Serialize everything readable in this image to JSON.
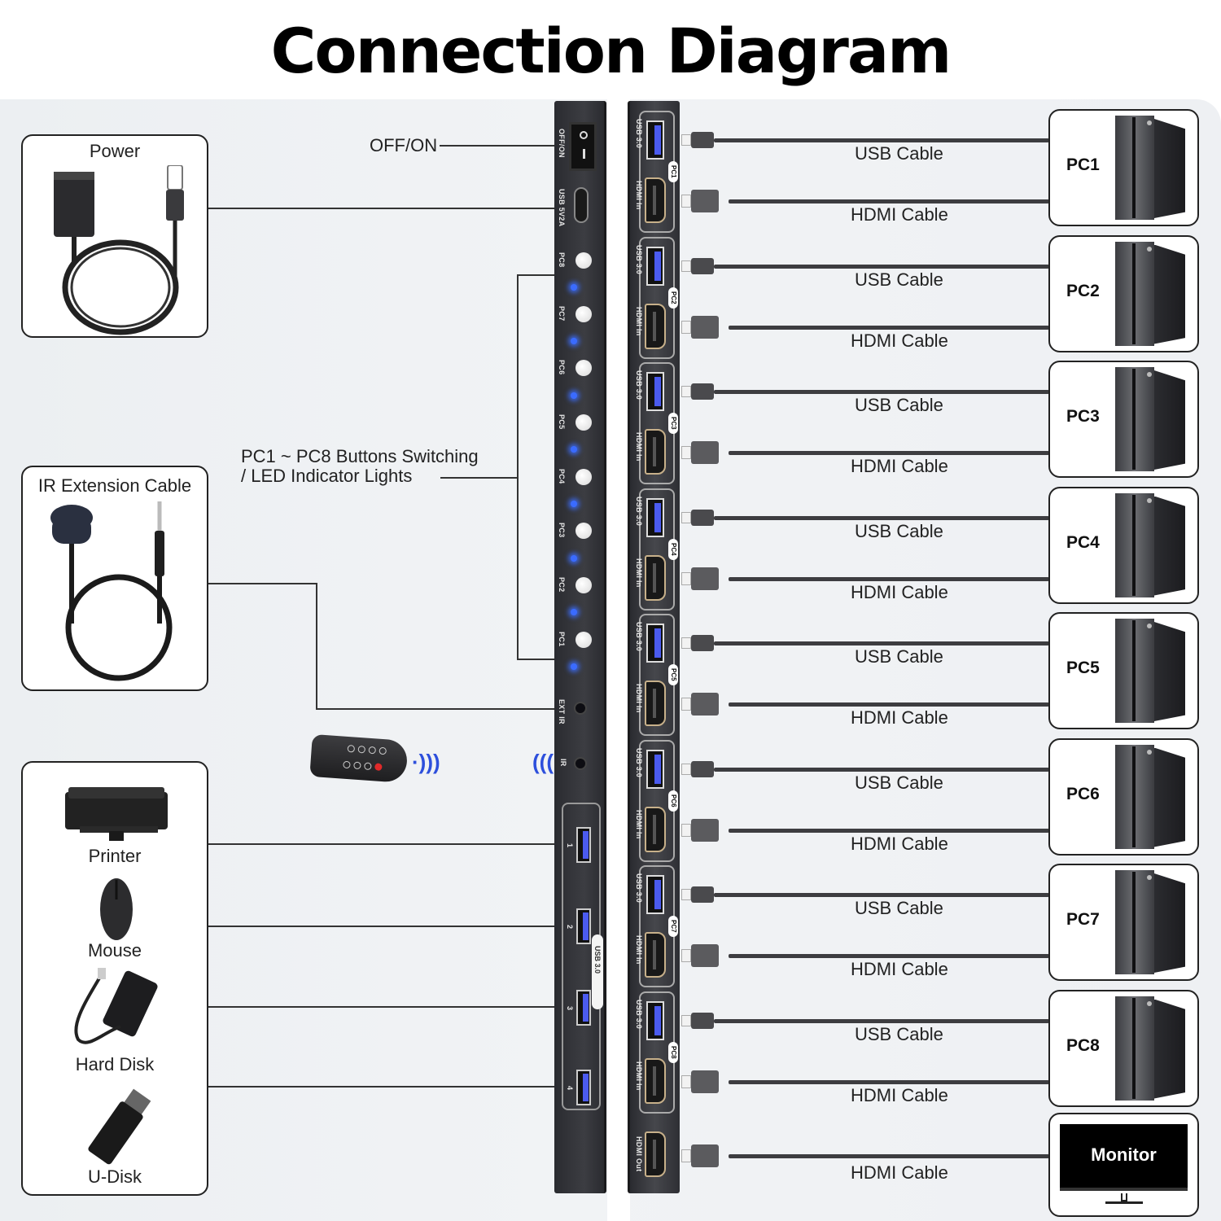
{
  "title": "Connection Diagram",
  "left_devices": {
    "power": {
      "label": "Power",
      "icon": "power-adapter-usb-c"
    },
    "ir_extension": {
      "label": "IR Extension Cable",
      "icon": "ir-receiver-cable"
    },
    "usb_devices": [
      {
        "label": "Printer",
        "icon": "printer"
      },
      {
        "label": "Mouse",
        "icon": "mouse"
      },
      {
        "label": "Hard Disk",
        "icon": "external-hard-disk"
      },
      {
        "label": "U-Disk",
        "icon": "usb-flash-drive"
      }
    ]
  },
  "callouts": {
    "switch": "OFF/ON",
    "buttons_line1": "PC1 ~ PC8 Buttons Switching",
    "buttons_line2": "/ LED Indicator Lights"
  },
  "kvm_front_panel": {
    "switch_label": "OFF/ON",
    "power_port_label": "USB 5V2A",
    "buttons": [
      "PC8",
      "PC7",
      "PC6",
      "PC5",
      "PC4",
      "PC3",
      "PC2",
      "PC1"
    ],
    "ext_ir_label": "EXT IR",
    "ir_label": "IR",
    "usb_ports": [
      "1",
      "2",
      "3",
      "4"
    ],
    "usb_group_label": "USB 3.0"
  },
  "kvm_rear_panel": {
    "usb_port_label": "USB 3.0",
    "hdmi_in_label": "HDMI In",
    "hdmi_out_label": "HDMI Out",
    "groups": [
      "PC1",
      "PC2",
      "PC3",
      "PC4",
      "PC5",
      "PC6",
      "PC7",
      "PC8"
    ]
  },
  "connections": [
    {
      "pc": "PC1",
      "usb_cable": "USB Cable",
      "hdmi_cable": "HDMI Cable"
    },
    {
      "pc": "PC2",
      "usb_cable": "USB Cable",
      "hdmi_cable": "HDMI Cable"
    },
    {
      "pc": "PC3",
      "usb_cable": "USB Cable",
      "hdmi_cable": "HDMI Cable"
    },
    {
      "pc": "PC4",
      "usb_cable": "USB Cable",
      "hdmi_cable": "HDMI Cable"
    },
    {
      "pc": "PC5",
      "usb_cable": "USB Cable",
      "hdmi_cable": "HDMI Cable"
    },
    {
      "pc": "PC6",
      "usb_cable": "USB Cable",
      "hdmi_cable": "HDMI Cable"
    },
    {
      "pc": "PC7",
      "usb_cable": "USB Cable",
      "hdmi_cable": "HDMI Cable"
    },
    {
      "pc": "PC8",
      "usb_cable": "USB Cable",
      "hdmi_cable": "HDMI Cable"
    }
  ],
  "monitor": {
    "label": "Monitor",
    "cable": "HDMI Cable"
  },
  "colors": {
    "led_blue": "#3a6bff",
    "usb_blue": "#4b5bef",
    "kvm_body": "#3c3d42",
    "background": "#eef0f3"
  }
}
